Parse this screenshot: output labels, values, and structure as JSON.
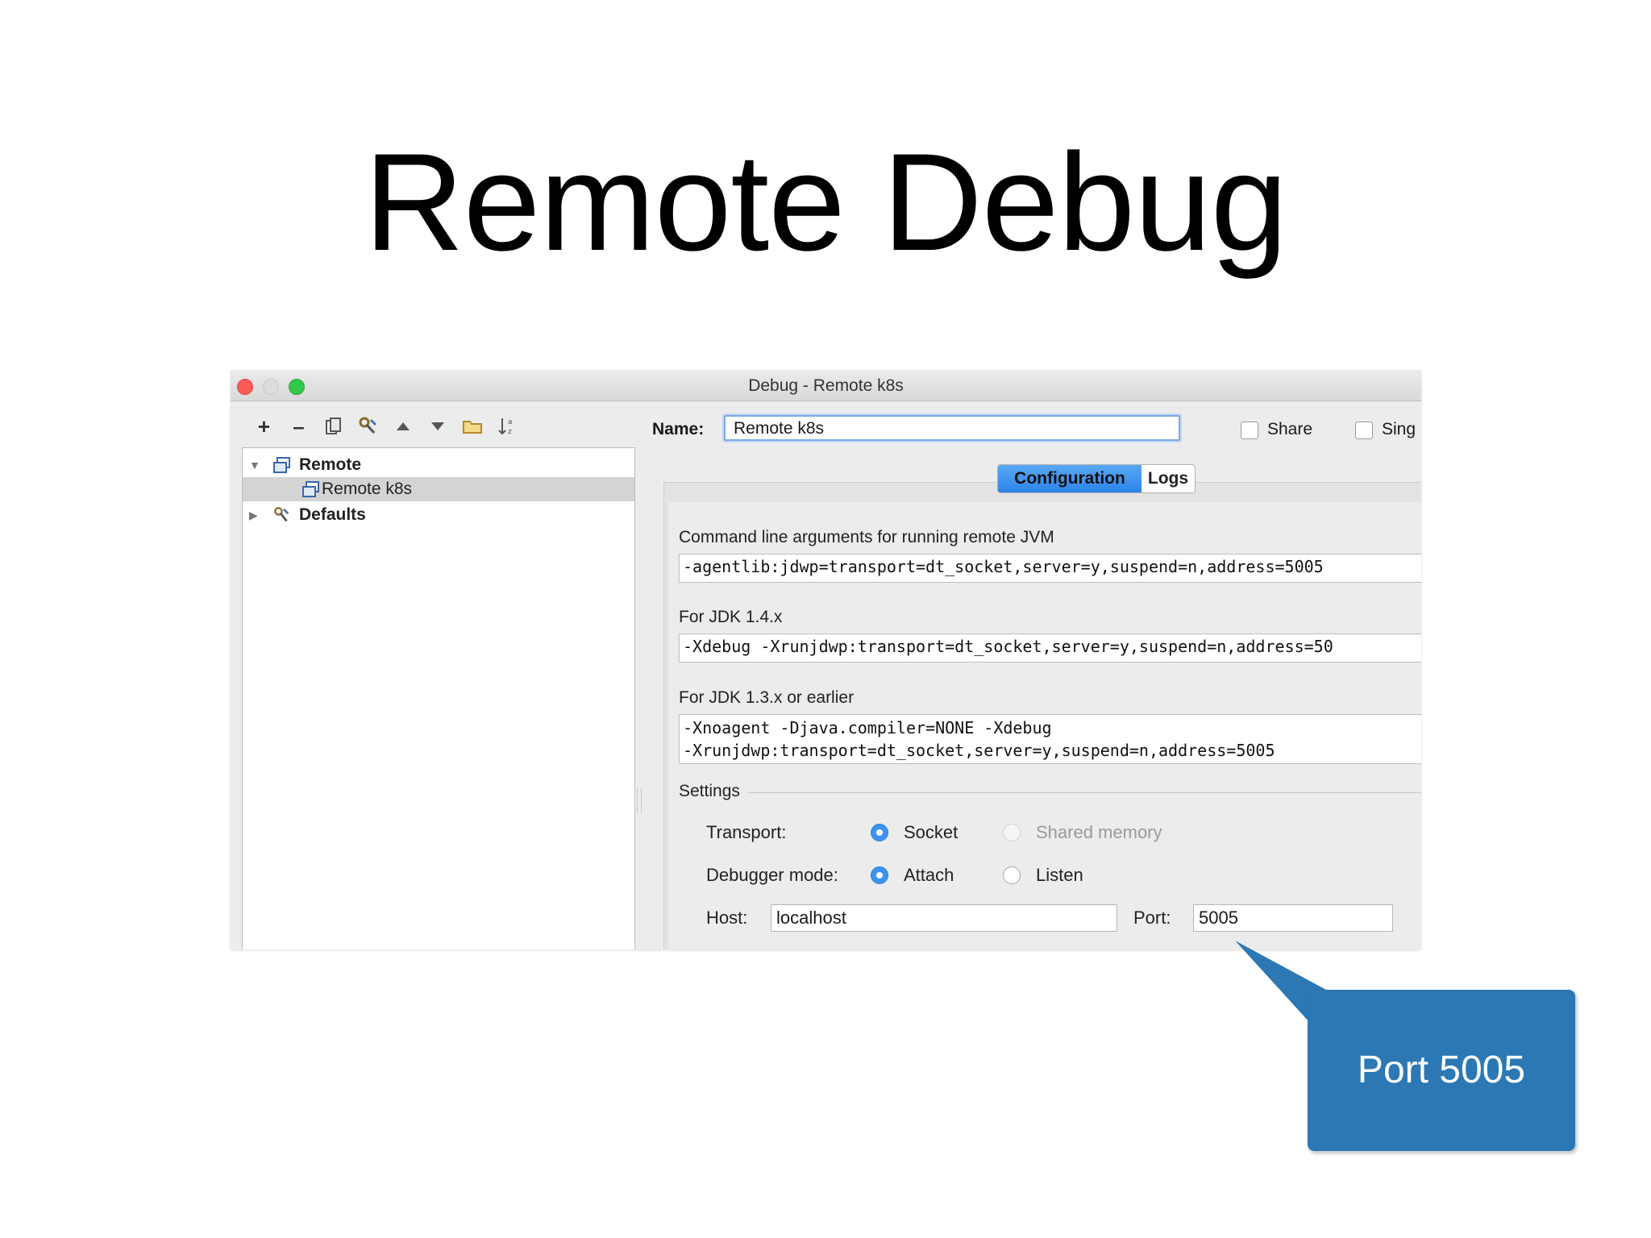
{
  "slide": {
    "title": "Remote Debug"
  },
  "window": {
    "title": "Debug - Remote k8s",
    "tree": {
      "items": [
        {
          "label": "Remote",
          "expanded": true,
          "icon": "remote-config-icon"
        },
        {
          "label": "Remote k8s",
          "selected": true,
          "icon": "remote-config-icon"
        },
        {
          "label": "Defaults",
          "expanded": false,
          "icon": "wrench-icon"
        }
      ]
    },
    "toolbar": {
      "buttons": [
        "add-icon",
        "remove-icon",
        "copy-icon",
        "edit-defaults-icon",
        "move-up-icon",
        "move-down-icon",
        "folder-icon",
        "sort-icon"
      ],
      "add": "+",
      "remove": "–"
    },
    "name": {
      "label": "Name:",
      "value": "Remote k8s"
    },
    "share": {
      "label": "Share",
      "checked": false
    },
    "single": {
      "label": "Sing",
      "checked": false
    },
    "tabs": [
      {
        "label": "Configuration",
        "active": true
      },
      {
        "label": "Logs",
        "active": false
      }
    ],
    "config": {
      "cmdline_label": "Command line arguments for running remote JVM",
      "cmdline_value": "-agentlib:jdwp=transport=dt_socket,server=y,suspend=n,address=5005",
      "jdk14_label": "For JDK 1.4.x",
      "jdk14_value": "-Xdebug -Xrunjdwp:transport=dt_socket,server=y,suspend=n,address=50",
      "jdk13_label": "For JDK 1.3.x or earlier",
      "jdk13_line1": "-Xnoagent -Djava.compiler=NONE -Xdebug",
      "jdk13_line2": "-Xrunjdwp:transport=dt_socket,server=y,suspend=n,address=5005"
    },
    "settings": {
      "section_label": "Settings",
      "transport_label": "Transport:",
      "transport_options": [
        {
          "label": "Socket",
          "selected": true,
          "enabled": true
        },
        {
          "label": "Shared memory",
          "selected": false,
          "enabled": false
        }
      ],
      "mode_label": "Debugger mode:",
      "mode_options": [
        {
          "label": "Attach",
          "selected": true,
          "enabled": true
        },
        {
          "label": "Listen",
          "selected": false,
          "enabled": true
        }
      ],
      "host_label": "Host:",
      "host_value": "localhost",
      "port_label": "Port:",
      "port_value": "5005"
    }
  },
  "callout": {
    "text": "Port 5005",
    "color": "#2b78b5"
  },
  "colors": {
    "accent": "#3d93f0",
    "close": "#fc5b57",
    "maximize": "#34c84a"
  }
}
